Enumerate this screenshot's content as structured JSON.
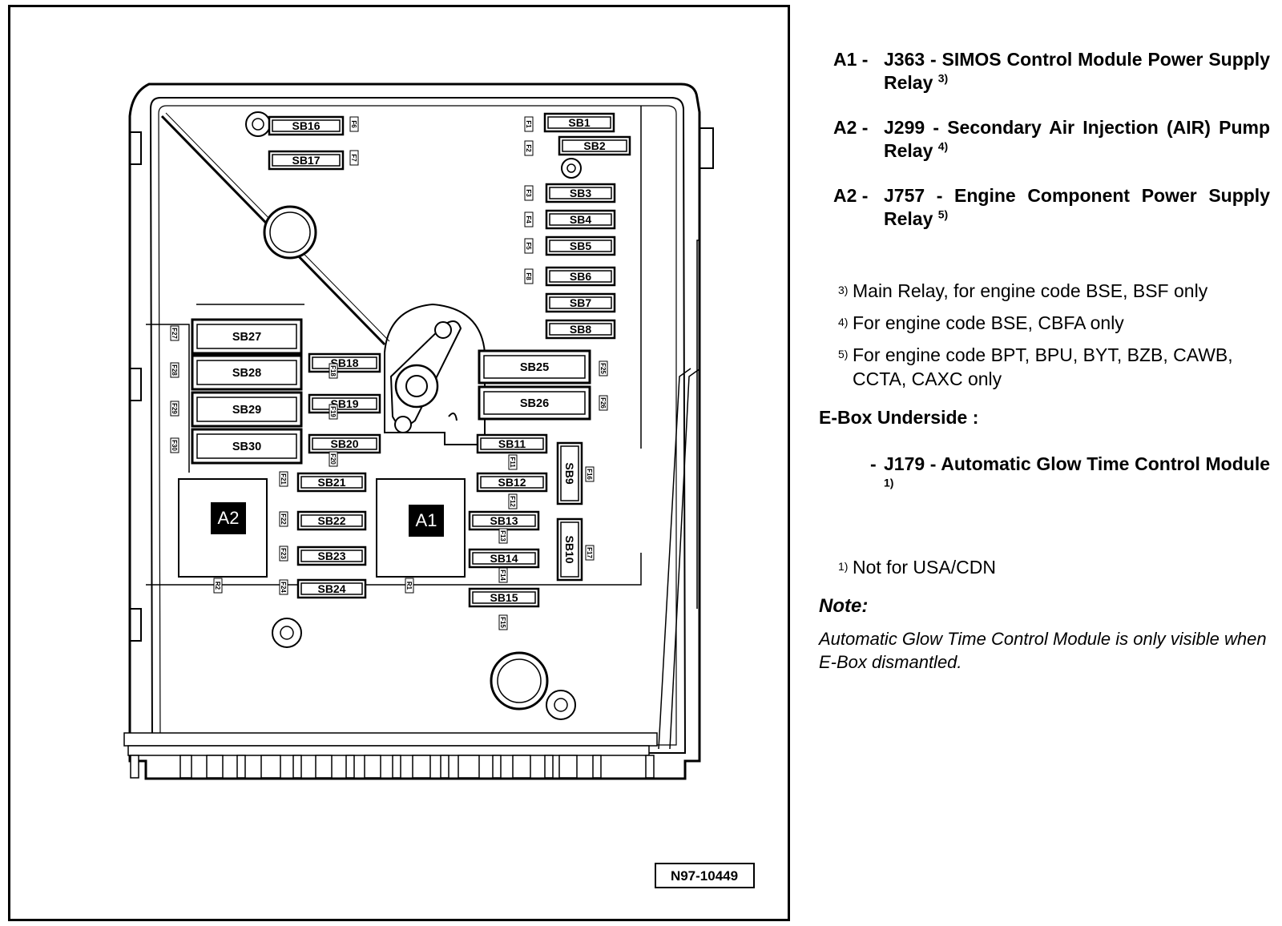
{
  "figure_id": "N97-10449",
  "relays": [
    {
      "id": "A2"
    },
    {
      "id": "A1"
    }
  ],
  "fuses": [
    "SB1",
    "SB2",
    "SB3",
    "SB4",
    "SB5",
    "SB6",
    "SB7",
    "SB8",
    "SB9",
    "SB10",
    "SB11",
    "SB12",
    "SB13",
    "SB14",
    "SB15",
    "SB16",
    "SB17",
    "SB18",
    "SB19",
    "SB20",
    "SB21",
    "SB22",
    "SB23",
    "SB24",
    "SB25",
    "SB26",
    "SB27",
    "SB28",
    "SB29",
    "SB30"
  ],
  "small_marks": [
    "F1",
    "F2",
    "F3",
    "F4",
    "F5",
    "F6",
    "F7",
    "F8",
    "F11",
    "F12",
    "F13",
    "F14",
    "F15",
    "F16",
    "F17",
    "F18",
    "F19",
    "F20",
    "F21",
    "F22",
    "F23",
    "F24",
    "F25",
    "F26",
    "F27",
    "F28",
    "F29",
    "F30",
    "R1",
    "R2"
  ],
  "legend": {
    "entries": [
      {
        "code": "A1 -",
        "text": "J363 - SIMOS Control Module Power Supply Relay",
        "note_ref": "3)"
      },
      {
        "code": "A2 -",
        "text": "J299 - Secondary Air Injection (AIR) Pump Relay",
        "note_ref": "4)"
      },
      {
        "code": "A2 -",
        "text": "J757 - Engine Component Power Supply Relay",
        "note_ref": "5)"
      }
    ],
    "footnotes": [
      {
        "mark": "3)",
        "text": "Main Relay, for engine code BSE, BSF only"
      },
      {
        "mark": "4)",
        "text": "For engine code BSE, CBFA only"
      },
      {
        "mark": "5)",
        "text": "For engine code BPT, BPU, BYT, BZB, CAWB, CCTA, CAXC only"
      }
    ],
    "section_title": "E-Box Underside :",
    "underside_entry": {
      "code": "-",
      "text": "J179 - Automatic Glow Time Control Module",
      "note_ref": "1)"
    },
    "footnote_1": {
      "mark": "1)",
      "text": "Not for USA/CDN"
    },
    "note_title": "Note:",
    "note_text": "Automatic Glow Time Control Module is only visible when E-Box dismantled."
  }
}
